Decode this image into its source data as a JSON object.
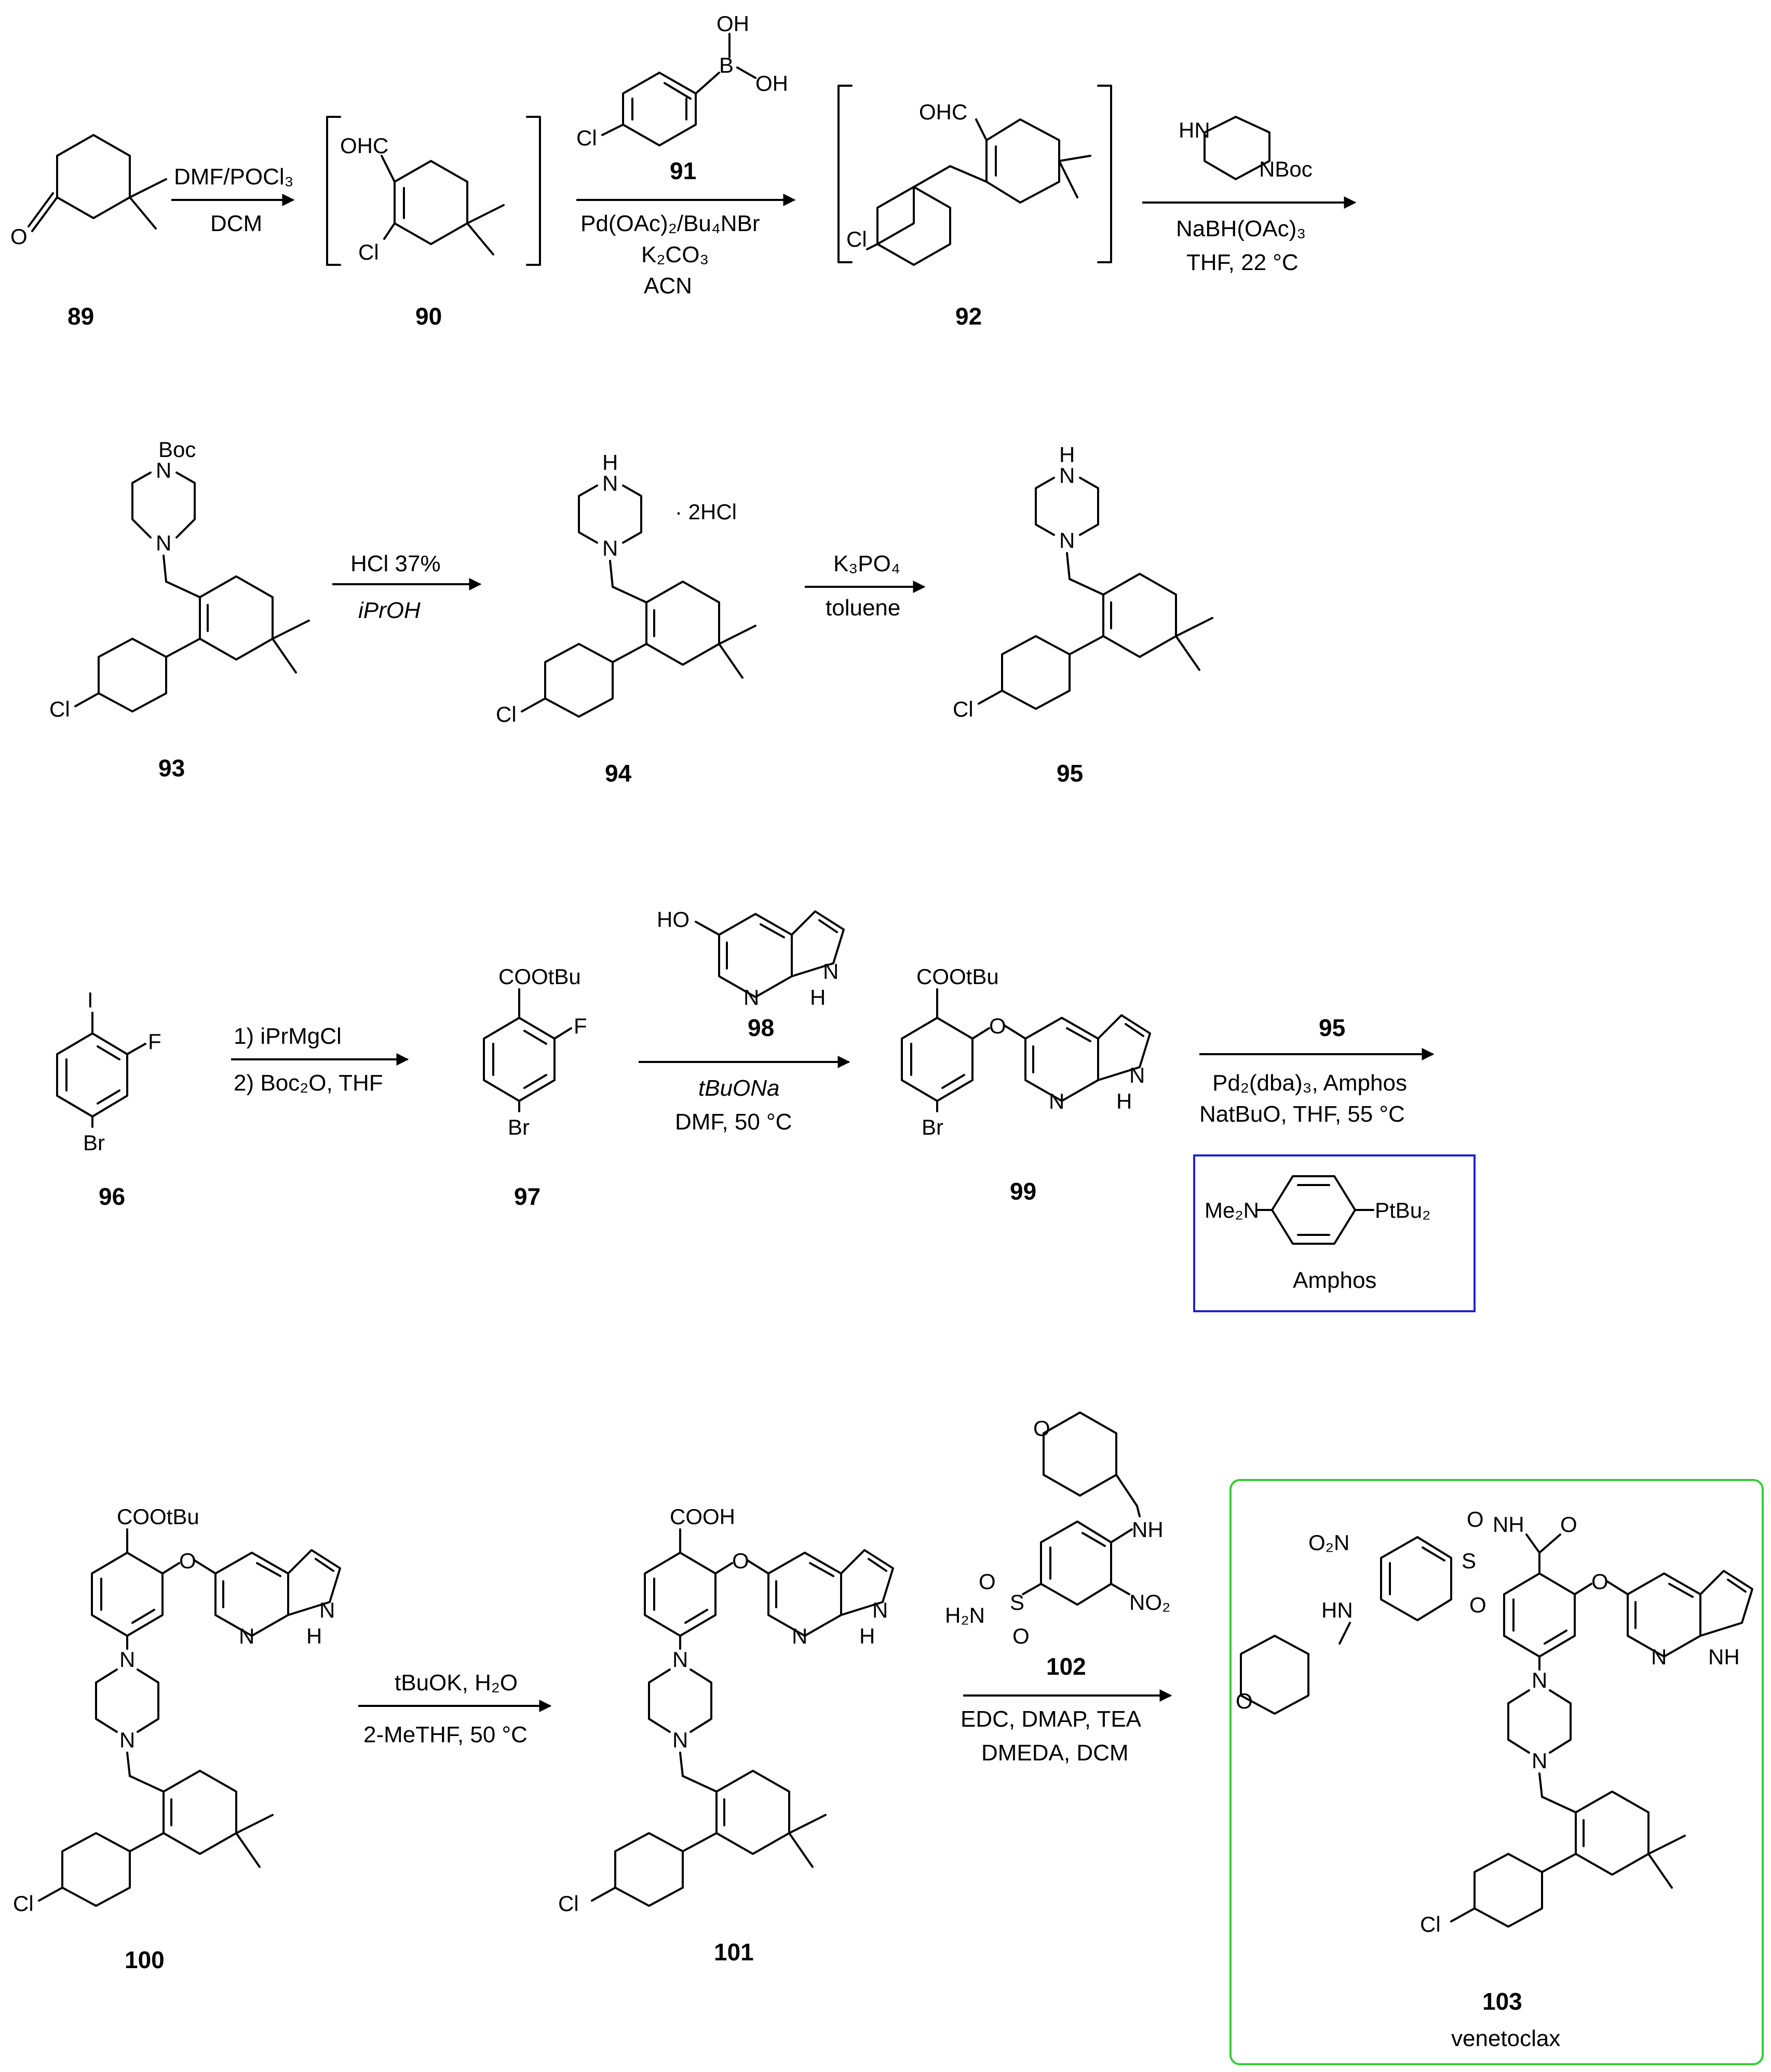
{
  "compounds": {
    "c89": "89",
    "c90": "90",
    "c91": "91",
    "c92": "92",
    "c93": "93",
    "c94": "94",
    "c95": "95",
    "c96": "96",
    "c97": "97",
    "c98": "98",
    "c99": "99",
    "c100": "100",
    "c101": "101",
    "c102": "102",
    "c103": "103"
  },
  "product_name": "venetoclax",
  "amphos_label": "Amphos",
  "atoms": {
    "O": "O",
    "OHC": "OHC",
    "Cl": "Cl",
    "OH": "OH",
    "B": "B",
    "HN": "HN",
    "N": "N",
    "NBoc": "NBoc",
    "Boc": "Boc",
    "H": "H",
    "NH": "NH",
    "HO": "HO",
    "I": "I",
    "F": "F",
    "Br": "Br",
    "COOtBu": "COOtBu",
    "COOH": "COOH",
    "H2N": "H₂N",
    "S": "S",
    "NO2": "NO₂",
    "O2N": "O₂N",
    "Me2N": "Me₂N",
    "PtBu2": "PtBu₂",
    "salt": "· 2HCl"
  },
  "conditions": {
    "r1_top": "DMF/POCl₃",
    "r1_bottom": "DCM",
    "r2_line1": "Pd(OAc)₂/Bu₄NBr",
    "r2_line2": "K₂CO₃",
    "r2_line3": "ACN",
    "r3_line1": "NaBH(OAc)₃",
    "r3_line2": "THF, 22 °C",
    "r4_top": "HCl 37%",
    "r4_bottom": "iPrOH",
    "r5_top": "K₃PO₄",
    "r5_bottom": "toluene",
    "r6_top": "1) iPrMgCl",
    "r6_bottom": "2) Boc₂O, THF",
    "r7_line1": "tBuONa",
    "r7_line2": "DMF, 50 °C",
    "r8_line1": "Pd₂(dba)₃, Amphos",
    "r8_line2": "NatBuO, THF, 55 °C",
    "r9_top": "tBuOK, H₂O",
    "r9_bottom": "2-MeTHF, 50 °C",
    "r10_line1": "EDC, DMAP, TEA",
    "r10_line2": "DMEDA, DCM"
  },
  "colors": {
    "amphos_box": "#2222cc",
    "product_box": "#33cc33"
  }
}
